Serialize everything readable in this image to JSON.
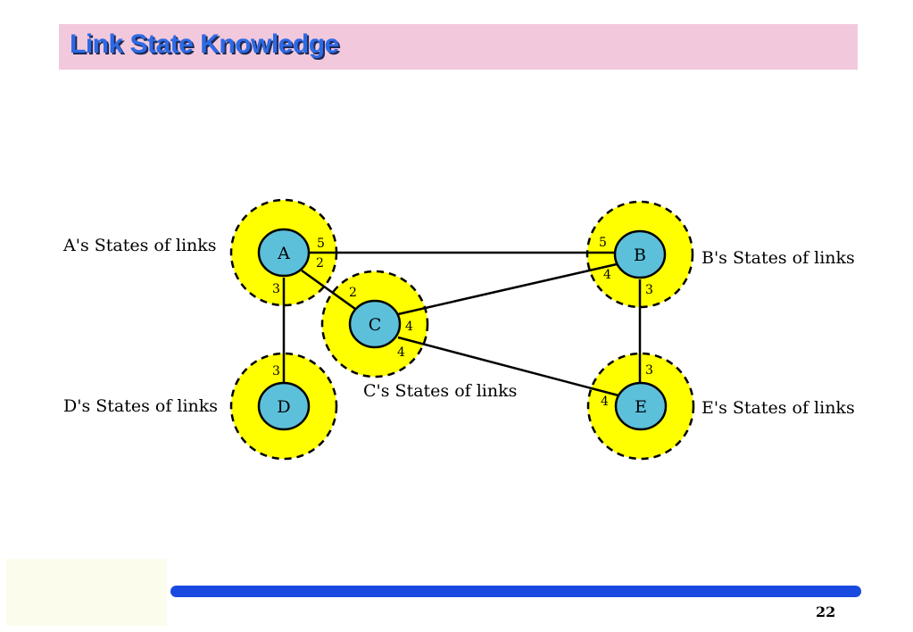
{
  "title": "Link State Knowledge",
  "colors": {
    "title_fill": "#2d6ae6",
    "title_shadow": "#1f2a55",
    "title_bar": "#f2c9dc",
    "halo": "#ffff00",
    "node": "#5cc0db",
    "footer_bar": "#1a49e0"
  },
  "page_number": "22",
  "nodes": {
    "A": "A",
    "B": "B",
    "C": "C",
    "D": "D",
    "E": "E"
  },
  "captions": {
    "A": "A's States of links",
    "B": "B's States of links",
    "C": "C's States of links",
    "D": "D's States of links",
    "E": "E's States of links"
  },
  "links": [
    {
      "from": "A",
      "to": "B",
      "cost": "5"
    },
    {
      "from": "A",
      "to": "C",
      "cost": "2"
    },
    {
      "from": "A",
      "to": "D",
      "cost": "3"
    },
    {
      "from": "B",
      "to": "C",
      "cost": "4"
    },
    {
      "from": "B",
      "to": "E",
      "cost": "3"
    },
    {
      "from": "C",
      "to": "E",
      "cost": "4"
    }
  ],
  "weights": {
    "a_ab": "5",
    "a_ac": "2",
    "a_ad": "3",
    "b_ab": "5",
    "b_bc": "4",
    "b_be": "3",
    "c_ac": "2",
    "c_bc": "4",
    "c_ce": "4",
    "d_ad": "3",
    "e_be": "3",
    "e_ce": "4"
  }
}
